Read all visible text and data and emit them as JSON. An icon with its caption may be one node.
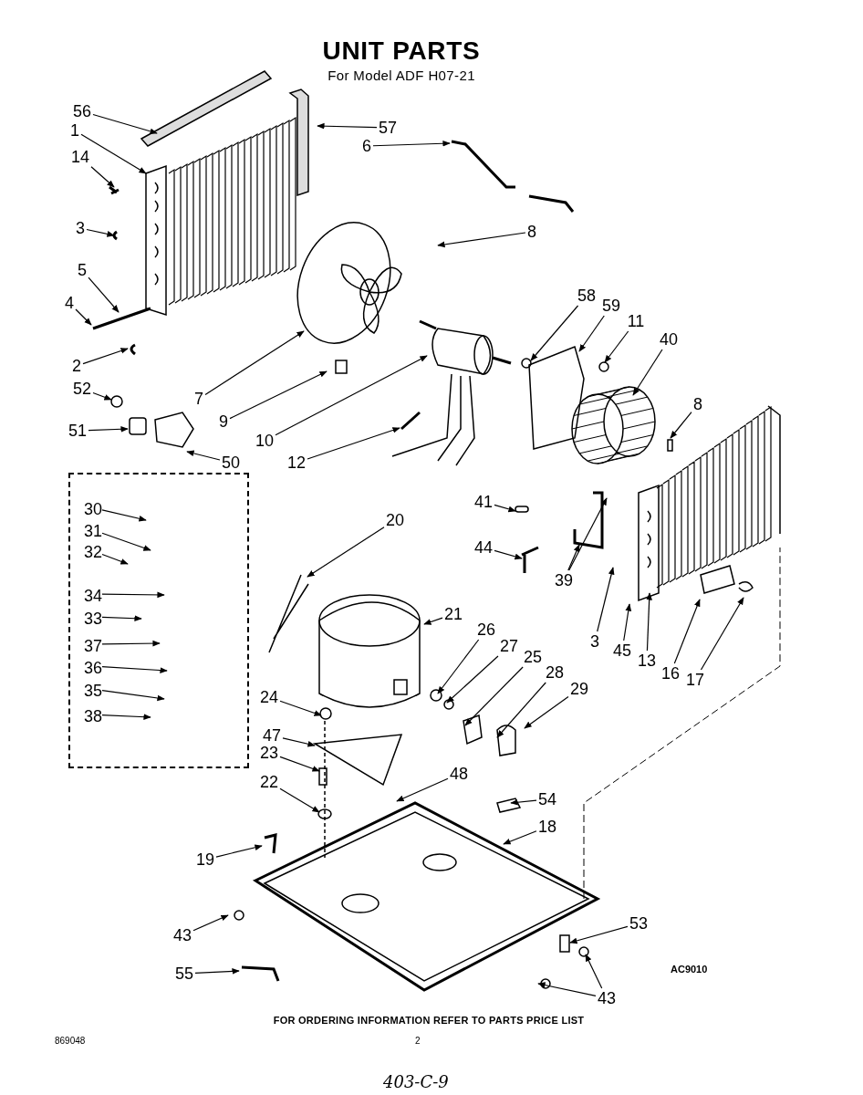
{
  "diagram": {
    "title": "UNIT PARTS",
    "caption": "FOR ORDERING INFORMATION REFER TO PARTS PRICE LIST",
    "nodes": [
      {
        "text": [
          "56"
        ]
      },
      {
        "text": [
          "1"
        ]
      },
      {
        "text": [
          "14"
        ]
      },
      {
        "text": [
          "3"
        ]
      },
      {
        "text": [
          "5"
        ]
      },
      {
        "text": [
          "4"
        ]
      },
      {
        "text": [
          "2"
        ]
      },
      {
        "text": [
          "52"
        ]
      },
      {
        "text": [
          "51"
        ]
      },
      {
        "text": [
          "57"
        ]
      },
      {
        "text": [
          "6"
        ]
      },
      {
        "text": [
          "8"
        ]
      },
      {
        "text": [
          "7"
        ]
      },
      {
        "text": [
          "9"
        ]
      },
      {
        "text": [
          "10"
        ]
      },
      {
        "text": [
          "12"
        ]
      },
      {
        "text": [
          "50"
        ]
      },
      {
        "text": [
          "58"
        ]
      },
      {
        "text": [
          "59"
        ]
      },
      {
        "text": [
          "11"
        ]
      },
      {
        "text": [
          "40"
        ]
      },
      {
        "text": [
          "8"
        ]
      },
      {
        "text": [
          "41"
        ]
      },
      {
        "text": [
          "44"
        ]
      },
      {
        "text": [
          "39"
        ]
      },
      {
        "text": [
          "3"
        ]
      },
      {
        "text": [
          "45"
        ]
      },
      {
        "text": [
          "13"
        ]
      },
      {
        "text": [
          "16"
        ]
      },
      {
        "text": [
          "17"
        ]
      },
      {
        "text": [],
        "shape": "box"
      },
      {
        "text": [
          "30"
        ],
        "in": 30
      },
      {
        "text": [
          "31"
        ],
        "in": 30
      },
      {
        "text": [
          "32"
        ],
        "in": 30
      },
      {
        "text": [
          "34"
        ],
        "in": 30
      },
      {
        "text": [
          "33"
        ],
        "in": 30
      },
      {
        "text": [
          "37"
        ],
        "in": 30
      },
      {
        "text": [
          "36"
        ],
        "in": 30
      },
      {
        "text": [
          "35"
        ],
        "in": 30
      },
      {
        "text": [
          "38"
        ],
        "in": 30
      },
      {
        "text": [
          "20"
        ]
      },
      {
        "text": [
          "21"
        ]
      },
      {
        "text": [
          "26"
        ]
      },
      {
        "text": [
          "27"
        ]
      },
      {
        "text": [
          "25"
        ]
      },
      {
        "text": [
          "28"
        ]
      },
      {
        "text": [
          "29"
        ]
      },
      {
        "text": [
          "24"
        ]
      },
      {
        "text": [
          "47"
        ]
      },
      {
        "text": [
          "23"
        ]
      },
      {
        "text": [
          "22"
        ]
      },
      {
        "text": [
          "48"
        ]
      },
      {
        "text": [
          "54"
        ]
      },
      {
        "text": [
          "18"
        ]
      },
      {
        "text": [
          "19"
        ]
      },
      {
        "text": [
          "43"
        ]
      },
      {
        "text": [
          "55"
        ]
      },
      {
        "text": [
          "53"
        ]
      },
      {
        "text": [
          "43"
        ]
      }
    ],
    "edges": [
      {
        "from": 0,
        "to": null,
        "arrow": "to"
      },
      {
        "from": 1,
        "to": null,
        "arrow": "to"
      },
      {
        "from": 2,
        "to": null,
        "arrow": "to"
      },
      {
        "from": 3,
        "to": null,
        "arrow": "to"
      },
      {
        "from": 4,
        "to": null,
        "arrow": "to"
      },
      {
        "from": 5,
        "to": null,
        "arrow": "to"
      },
      {
        "from": 6,
        "to": null,
        "arrow": "to"
      },
      {
        "from": 7,
        "to": null,
        "arrow": "to"
      },
      {
        "from": 8,
        "to": null,
        "arrow": "to"
      },
      {
        "from": 9,
        "to": null,
        "arrow": "to"
      },
      {
        "from": 10,
        "to": null,
        "arrow": "to"
      },
      {
        "from": 11,
        "to": null,
        "arrow": "to"
      },
      {
        "from": 12,
        "to": null,
        "arrow": "to"
      },
      {
        "from": 13,
        "to": null,
        "arrow": "to"
      },
      {
        "from": 14,
        "to": null,
        "arrow": "to"
      },
      {
        "from": 15,
        "to": null,
        "arrow": "to"
      },
      {
        "from": 16,
        "to": null,
        "arrow": "to"
      },
      {
        "from": 17,
        "to": null,
        "arrow": "to"
      },
      {
        "from": 18,
        "to": null,
        "arrow": "to"
      },
      {
        "from": 19,
        "to": null,
        "arrow": "to"
      },
      {
        "from": 20,
        "to": null,
        "arrow": "to"
      },
      {
        "from": 21,
        "to": null,
        "arrow": "to"
      },
      {
        "from": 22,
        "to": null,
        "arrow": "to"
      },
      {
        "from": 23,
        "to": null,
        "arrow": "to"
      },
      {
        "from": 24,
        "to": null,
        "arrow": "to"
      },
      {
        "from": 24,
        "to": null,
        "arrow": "to"
      },
      {
        "from": 25,
        "to": null,
        "arrow": "to"
      },
      {
        "from": 26,
        "to": null,
        "arrow": "to"
      },
      {
        "from": 27,
        "to": null,
        "arrow": "to"
      },
      {
        "from": 28,
        "to": null,
        "arrow": "to"
      },
      {
        "from": 29,
        "to": null,
        "arrow": "to"
      },
      {
        "from": 31,
        "to": null,
        "arrow": "to"
      },
      {
        "from": 32,
        "to": null,
        "arrow": "to"
      },
      {
        "from": 33,
        "to": null,
        "arrow": "to"
      },
      {
        "from": 34,
        "to": null,
        "arrow": "to"
      },
      {
        "from": 35,
        "to": null,
        "arrow": "to"
      },
      {
        "from": 36,
        "to": null,
        "arrow": "to"
      },
      {
        "from": 37,
        "to": null,
        "arrow": "to"
      },
      {
        "from": 38,
        "to": null,
        "arrow": "to"
      },
      {
        "from": 39,
        "to": null,
        "arrow": "to"
      },
      {
        "from": 40,
        "to": null,
        "arrow": "to"
      },
      {
        "from": 41,
        "to": null,
        "arrow": "to"
      },
      {
        "from": 42,
        "to": null,
        "arrow": "to"
      },
      {
        "from": 43,
        "to": null,
        "arrow": "to"
      },
      {
        "from": 44,
        "to": null,
        "arrow": "to"
      },
      {
        "from": 45,
        "to": null,
        "arrow": "to"
      },
      {
        "from": 46,
        "to": null,
        "arrow": "to"
      },
      {
        "from": 47,
        "to": null,
        "arrow": "to"
      },
      {
        "from": 48,
        "to": null,
        "arrow": "to"
      },
      {
        "from": 49,
        "to": null,
        "arrow": "to"
      },
      {
        "from": 50,
        "to": null,
        "arrow": "to"
      },
      {
        "from": 51,
        "to": null,
        "arrow": "to"
      },
      {
        "from": 52,
        "to": null,
        "arrow": "to"
      },
      {
        "from": 53,
        "to": null,
        "arrow": "to"
      },
      {
        "from": 54,
        "to": null,
        "arrow": "to"
      },
      {
        "from": 55,
        "to": null,
        "arrow": "to"
      },
      {
        "from": 56,
        "to": null,
        "arrow": "to"
      },
      {
        "from": 57,
        "to": null,
        "arrow": "to"
      },
      {
        "from": 58,
        "to": null,
        "arrow": "to"
      },
      {
        "from": 58,
        "to": null,
        "arrow": "to"
      }
    ],
    "labels": [
      "For Model ADF H07-21",
      "AC9010",
      "869048",
      "2",
      "403-C-9"
    ]
  }
}
